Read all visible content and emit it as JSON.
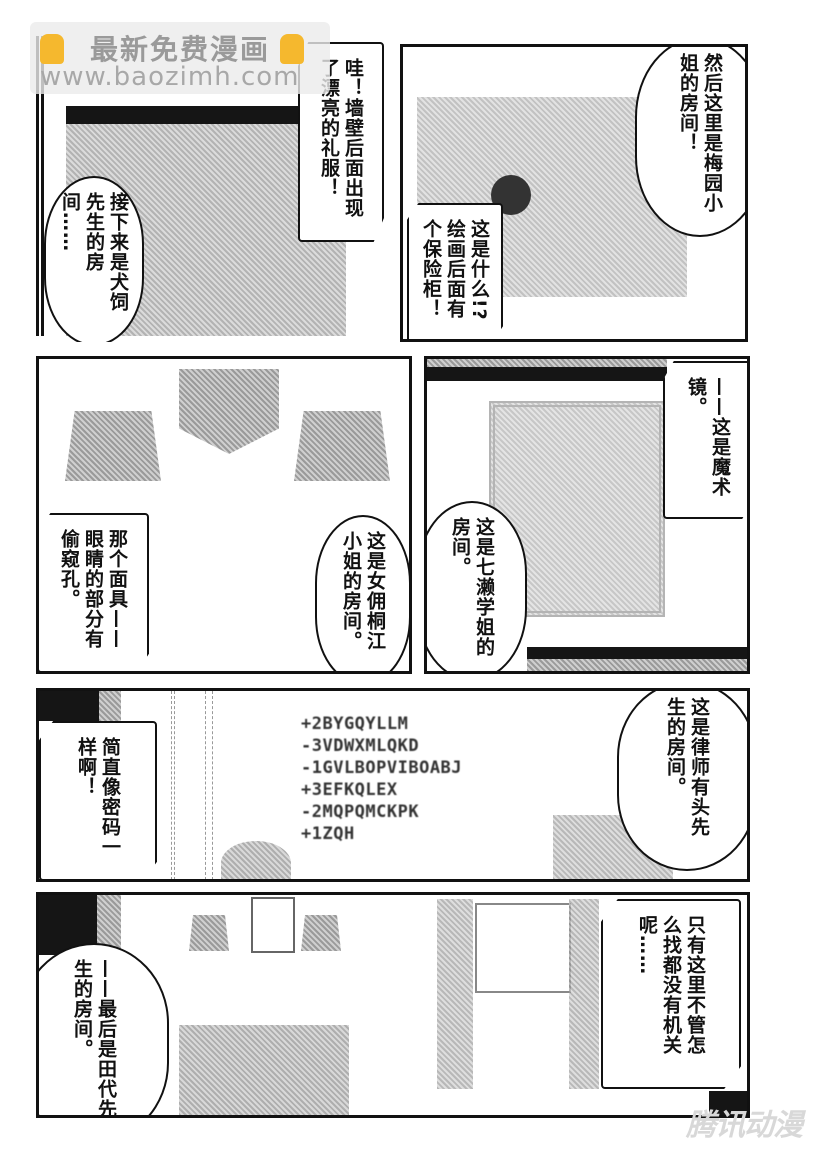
{
  "watermark_top": {
    "line1": "最新免费漫画",
    "line2": "www.baozimh.com",
    "icon_left": "pointing-hand-icon",
    "icon_right": "pointing-hand-icon"
  },
  "panels": [
    {
      "id": "panel-1",
      "scene": "closet with dresses",
      "bubbles": [
        {
          "shape": "box",
          "text": "哇！墙壁后面出现了漂亮的礼服！"
        },
        {
          "shape": "round",
          "text": "接下来是犬饲先生的房间……"
        }
      ]
    },
    {
      "id": "panel-2",
      "scene": "safe behind painting",
      "bubbles": [
        {
          "shape": "round",
          "text": "然后这里是梅园小姐的房间！"
        },
        {
          "shape": "box",
          "text": "这是什么!?绘画后面有个保险柜！"
        }
      ]
    },
    {
      "id": "panel-3",
      "scene": "mask between two lamps",
      "bubbles": [
        {
          "shape": "box",
          "text": "那个面具——眼睛的部分有偷窥孔。"
        },
        {
          "shape": "round",
          "text": "这是女佣桐江小姐的房间。"
        }
      ]
    },
    {
      "id": "panel-4",
      "scene": "ornate mirror frame",
      "bubbles": [
        {
          "shape": "box",
          "text": "——这是魔术镜。"
        },
        {
          "shape": "round",
          "text": "这是七濑学姐的房间。"
        }
      ]
    },
    {
      "id": "panel-5",
      "scene": "wall with code text and dresser",
      "code_lines": [
        "+2BYGQYLLM",
        "-3VDWXMLQKD",
        "-1GVLBOPVIBOABJ",
        "+3EFKQLEX",
        "-2MQPQMCKPK",
        "+1ZQH"
      ],
      "bubbles": [
        {
          "shape": "box",
          "text": "简直像密码一样啊！"
        },
        {
          "shape": "round",
          "text": "这是律师有头先生的房间。"
        }
      ]
    },
    {
      "id": "panel-6",
      "scene": "room with lamps, dresser and window",
      "bubbles": [
        {
          "shape": "round",
          "text": "——最后是田代先生的房间。"
        },
        {
          "shape": "box",
          "text": "只有这里不管怎么找都没有机关呢……"
        }
      ]
    }
  ],
  "watermark_bottom": {
    "text": "腾讯动漫"
  }
}
